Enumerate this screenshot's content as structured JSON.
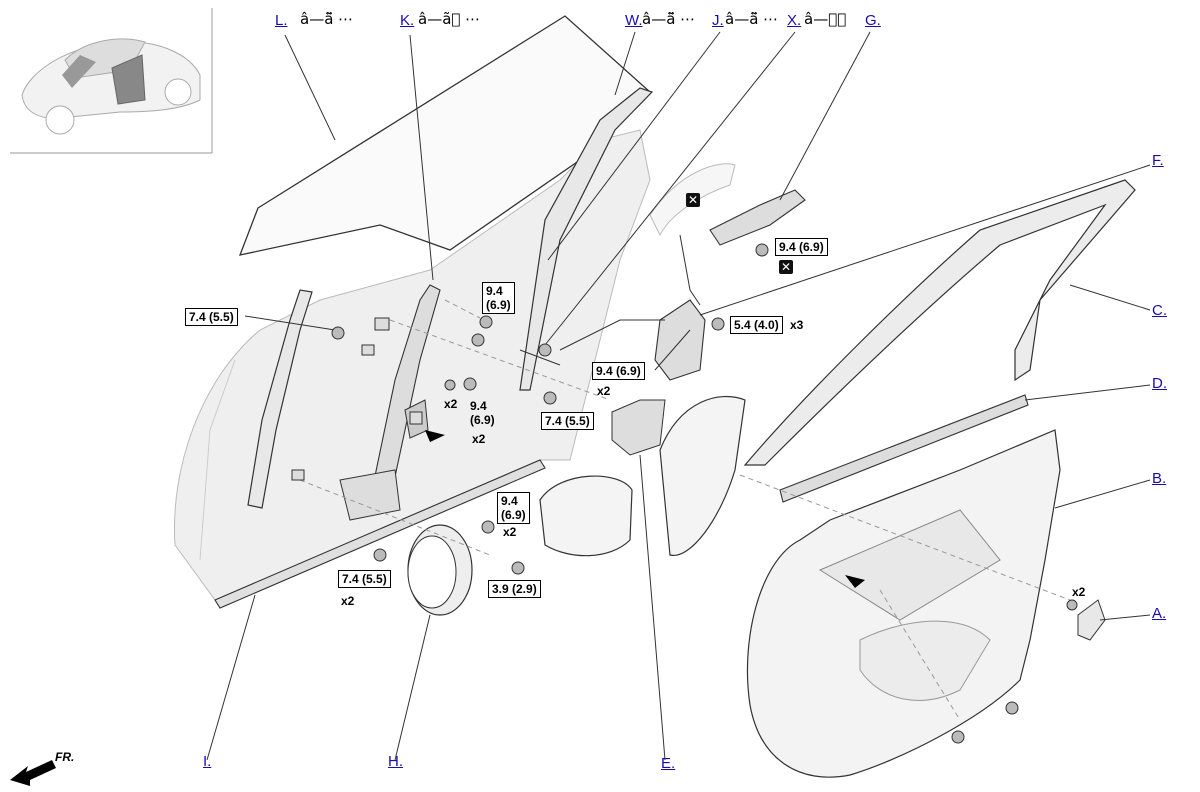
{
  "callouts": [
    {
      "id": "L",
      "text": "L."
    },
    {
      "id": "K",
      "text": "K."
    },
    {
      "id": "W",
      "text": "W."
    },
    {
      "id": "J",
      "text": "J."
    },
    {
      "id": "X",
      "text": "X."
    },
    {
      "id": "G",
      "text": "G."
    },
    {
      "id": "F",
      "text": "F."
    },
    {
      "id": "C",
      "text": "C."
    },
    {
      "id": "D",
      "text": "D."
    },
    {
      "id": "B",
      "text": "B."
    },
    {
      "id": "A",
      "text": "A."
    },
    {
      "id": "E",
      "text": "E."
    },
    {
      "id": "H",
      "text": "H."
    },
    {
      "id": "I",
      "text": "I."
    }
  ],
  "garbled": {
    "g1": "â—ã̃ ⋯",
    "g2": "â—ãᷞ ⋯",
    "g3": "â—ã̃ ⋯",
    "g4": "â—ã̃ ⋯",
    "g5": "â—ᷞᷞ"
  },
  "torques": {
    "t1": "7.4 (5.5)",
    "t2": "9.4",
    "t2b": "(6.9)",
    "t3": "9.4",
    "t3b": "(6.9)",
    "t4": "9.4 (6.9)",
    "t5": "7.4 (5.5)",
    "t6": "9.4",
    "t6b": "(6.9)",
    "t7": "7.4 (5.5)",
    "t8": "3.9 (2.9)",
    "t9": "5.4 (4.0)",
    "t10": "9.4 (6.9)"
  },
  "quantities": {
    "q1": "x2",
    "q2": "x2",
    "q3": "x2",
    "q4": "x2",
    "q5": "x2",
    "q6": "x3",
    "q7": "x2"
  },
  "front_label": "FR.",
  "icons": {
    "reuse_mark": "✕"
  },
  "colors": {
    "link": "#1a0dab",
    "line": "#333333",
    "part": "#e6e6e6"
  }
}
